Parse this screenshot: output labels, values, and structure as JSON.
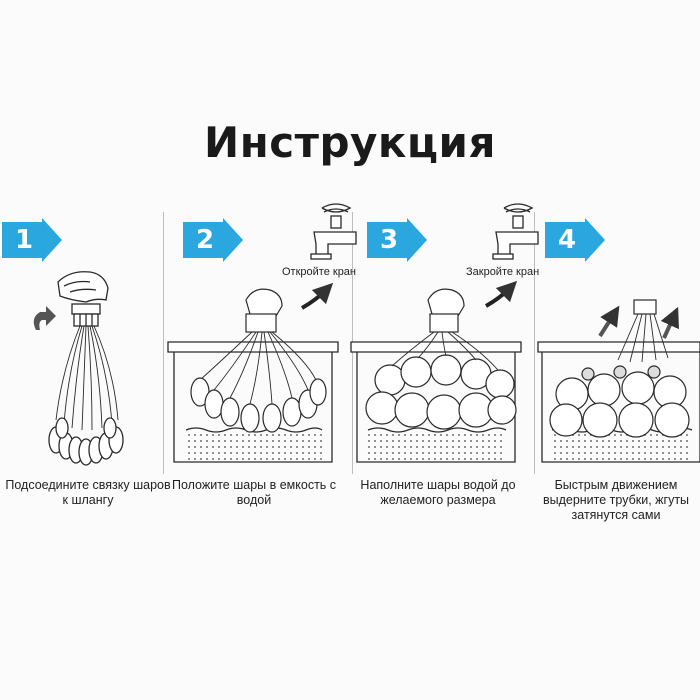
{
  "title": "Инструкция",
  "steps": [
    {
      "number": "1",
      "caption": "Подсоедините связку шаров к шлангу"
    },
    {
      "number": "2",
      "caption": "Положите шары в емкость с водой",
      "faucet_label": "Откройте кран"
    },
    {
      "number": "3",
      "caption": "Наполните шары водой до желаемого размера",
      "faucet_label": "Закройте кран"
    },
    {
      "number": "4",
      "caption": "Быстрым движением выдерните трубки, жгуты затянутся сами"
    }
  ],
  "colors": {
    "badge": "#2aa7df",
    "ink": "#222222"
  },
  "icons": [
    "step-arrow-badge-icon",
    "rotate-arrow-icon",
    "faucet-icon",
    "curved-arrow-icon",
    "balloon-bunch-icon",
    "water-container-icon",
    "pull-up-arrow-icon"
  ]
}
